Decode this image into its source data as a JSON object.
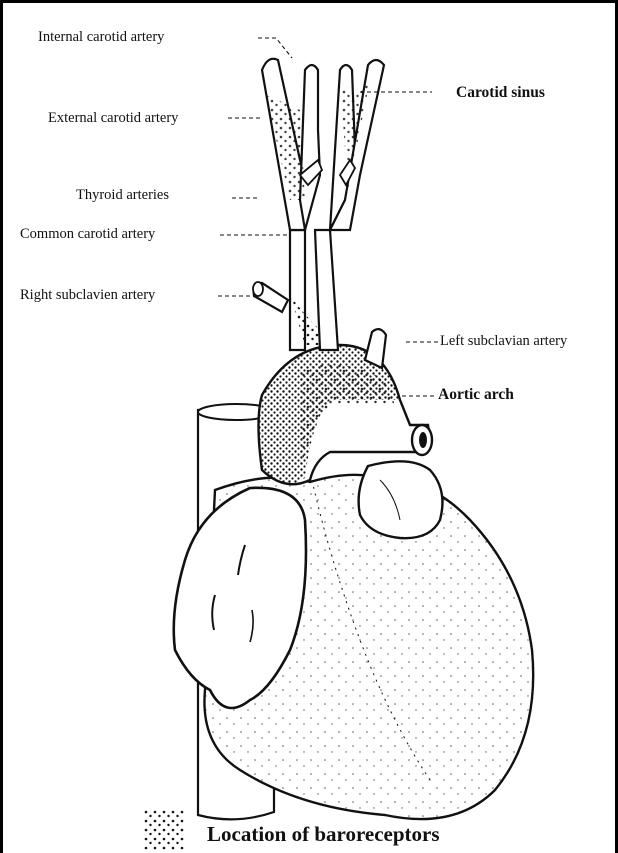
{
  "labels": {
    "internal_carotid": "Internal carotid artery",
    "external_carotid": "External carotid artery",
    "thyroid": "Thyroid arteries",
    "common_carotid": "Common carotid artery",
    "right_subclavian": "Right subclavien artery",
    "carotid_sinus": "Carotid sinus",
    "left_subclavian": "Left subclavian artery",
    "aortic_arch": "Aortic arch"
  },
  "legend": {
    "text": "Location of baroreceptors",
    "icon": "stipple-dots-icon"
  },
  "colors": {
    "ink": "#111111",
    "background": "#ffffff"
  }
}
